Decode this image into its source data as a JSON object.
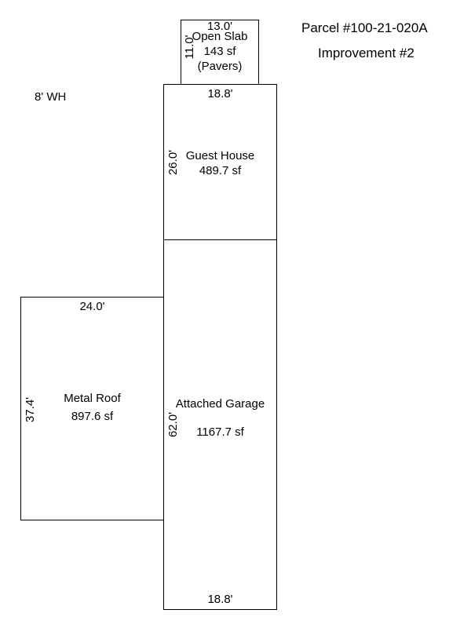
{
  "header": {
    "parcel": "Parcel #100-21-020A",
    "improvement": "Improvement #2"
  },
  "note": "8' WH",
  "areas": {
    "open_slab": {
      "name": "Open Slab",
      "area": "143 sf",
      "material": "(Pavers)",
      "width": "13.0'",
      "depth": "11.0'"
    },
    "guest_house": {
      "name": "Guest House",
      "area": "489.7 sf",
      "width": "18.8'",
      "depth": "26.0'"
    },
    "metal_roof": {
      "name": "Metal Roof",
      "area": "897.6 sf",
      "width": "24.0'",
      "depth": "37.4'"
    },
    "attached_garage": {
      "name": "Attached Garage",
      "area": "1167.7 sf",
      "width": "18.8'",
      "depth": "62.0'"
    }
  }
}
